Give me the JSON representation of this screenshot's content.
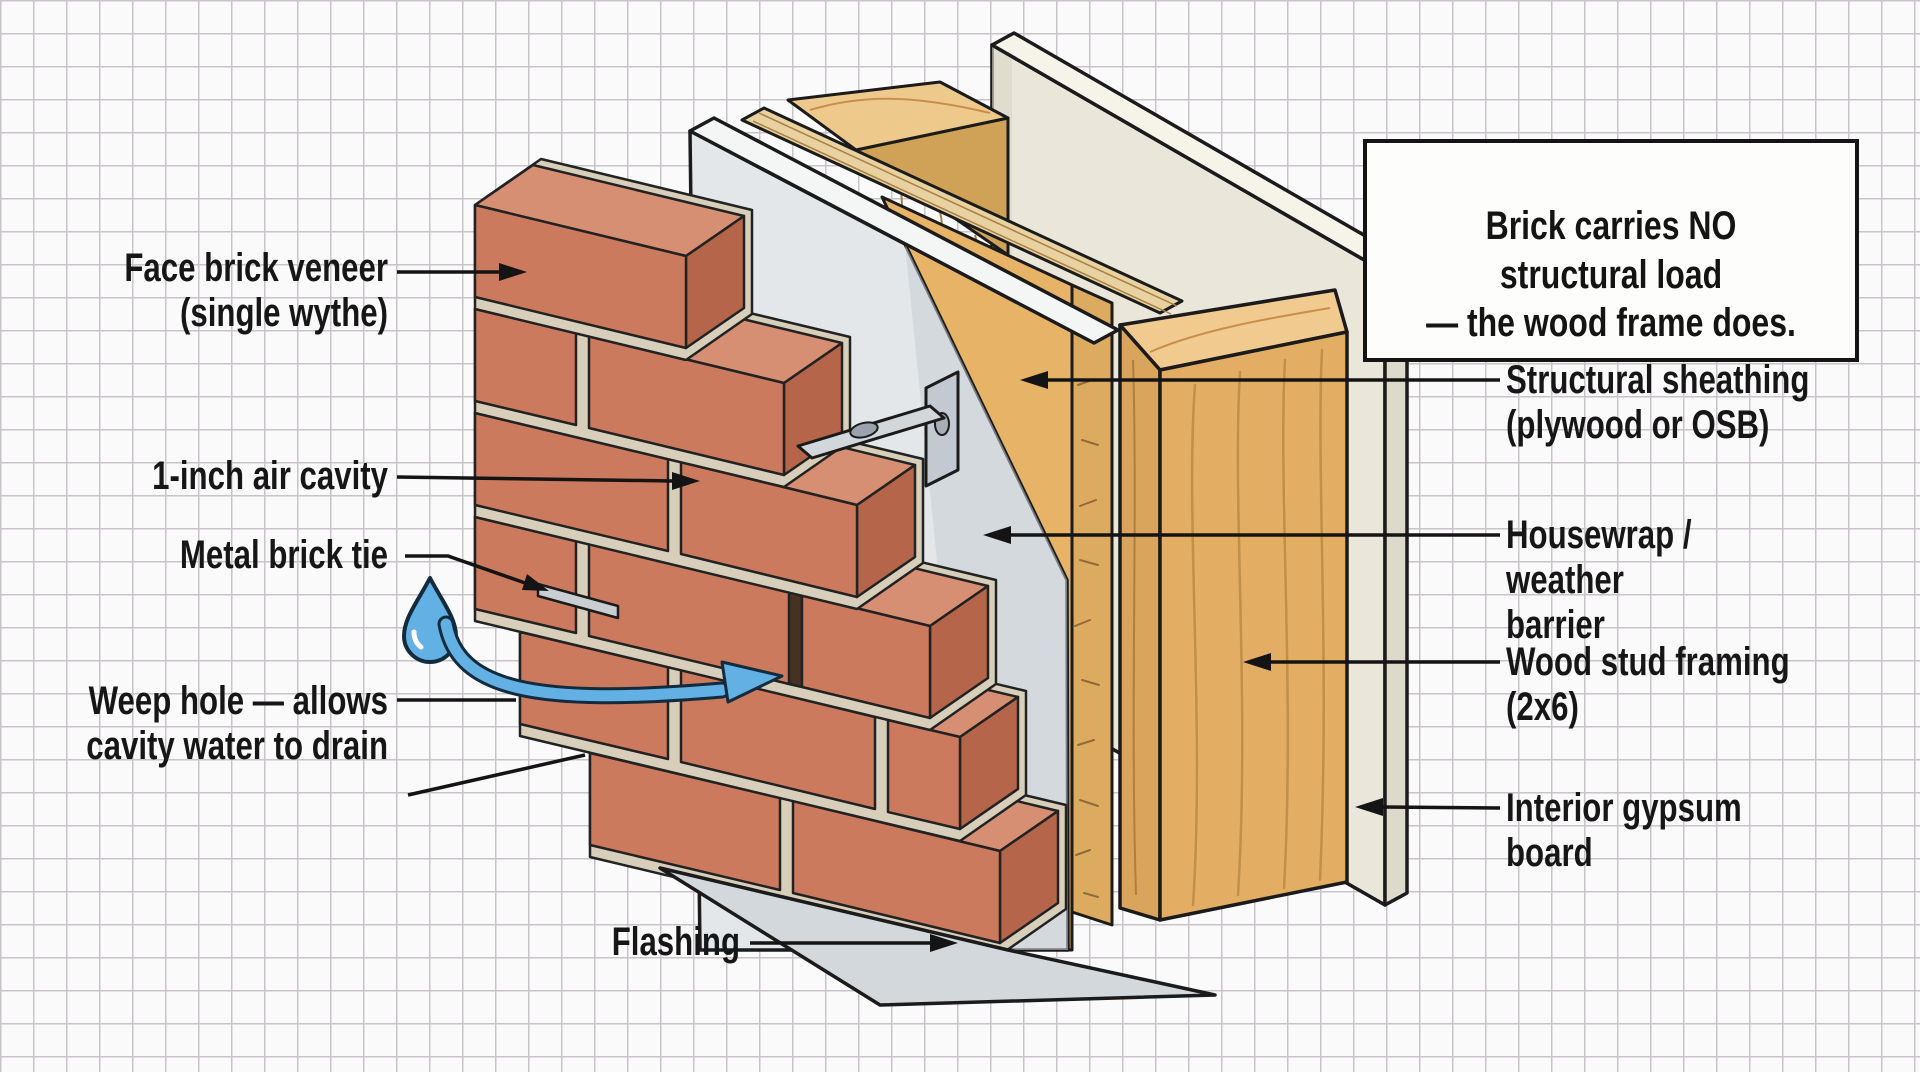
{
  "callout": {
    "text": "Brick carries NO structural load\n— the wood frame does."
  },
  "labels": {
    "face_brick": "Face brick veneer\n(single wythe)",
    "air_cavity": "1-inch air cavity",
    "brick_tie": "Metal brick tie",
    "weep_hole": "Weep hole — allows\ncavity water to drain",
    "flashing": "Flashing",
    "sheathing": "Structural sheathing\n(plywood or OSB)",
    "housewrap": "Housewrap / weather\nbarrier",
    "stud": "Wood stud framing\n(2x6)",
    "gypsum": "Interior gypsum board"
  },
  "icons": {
    "droplet": "water-droplet-icon",
    "flow_arrow": "water-flow-arrow"
  },
  "colors": {
    "brick_face": "#cb7a5e",
    "brick_top": "#d78f74",
    "brick_side": "#b4654a",
    "mortar": "#d8cfba",
    "housewrap": "#e3e7ea",
    "housewrap_edge": "#f4f6f6",
    "sheathing": "#e7b467",
    "osb_edge": "#dcab60",
    "stud_face": "#e3ad64",
    "stud_top": "#f0ca8e",
    "gypsum": "#eae6d9",
    "flashing": "#d3d8dd",
    "metal_tie": "#d2d7dc",
    "water_blue": "#62b0e4",
    "grid_line": "#c9c4c9",
    "background": "#fbfafb",
    "line": "#161616"
  }
}
